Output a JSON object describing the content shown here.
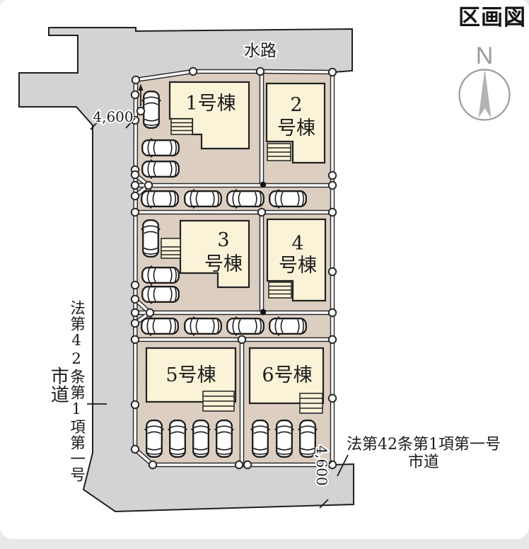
{
  "page": {
    "title": "区画図"
  },
  "compass": {
    "label": "N"
  },
  "plan": {
    "waterway_label": "水路",
    "west_road": {
      "caption": "法第42条第1項第一号",
      "road_type": "市道",
      "width_mm": "4,600"
    },
    "south_road": {
      "caption": "法第42条第1項第一号",
      "road_type": "市道",
      "width_mm": "4,600"
    },
    "buildings": [
      {
        "id": "1号棟",
        "lines": [
          "1号棟"
        ]
      },
      {
        "id": "2号棟",
        "lines": [
          "2",
          "号棟"
        ]
      },
      {
        "id": "3号棟",
        "lines": [
          "3",
          "号棟"
        ]
      },
      {
        "id": "4号棟",
        "lines": [
          "4",
          "号棟"
        ]
      },
      {
        "id": "5号棟",
        "lines": [
          "5号棟"
        ]
      },
      {
        "id": "6号棟",
        "lines": [
          "6号棟"
        ]
      }
    ],
    "colors": {
      "road": "#d3d3d5",
      "lot": "#dccfc2",
      "building": "#fbf3d7",
      "outline": "#1f1f1f",
      "boundary_line": "#ffffff",
      "compass_gray": "#9b9b9b",
      "page_strip": "#e9e9eb"
    }
  }
}
